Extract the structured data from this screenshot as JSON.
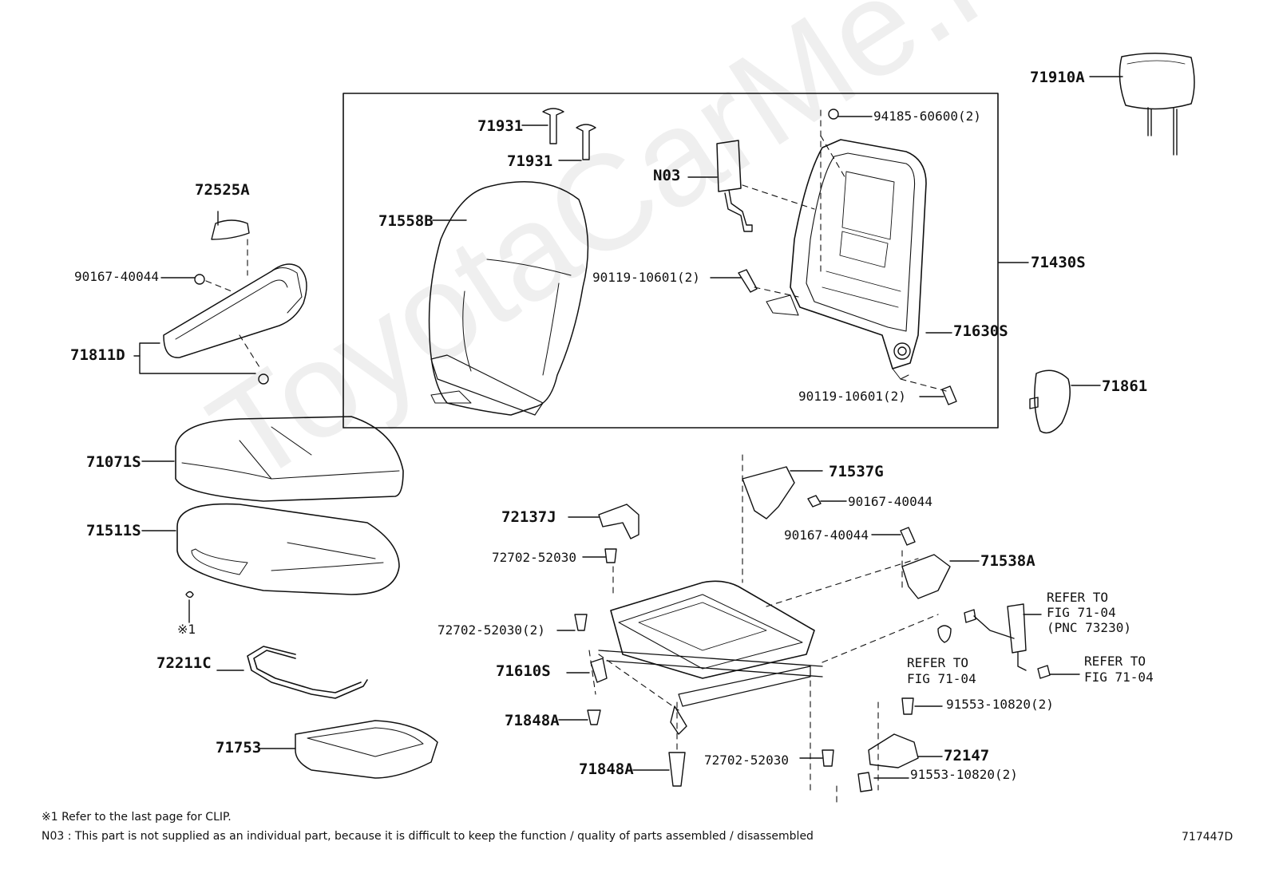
{
  "watermark": "ToyotaCarMe.ru",
  "diagram_id": "717447D",
  "notes": {
    "clip": "※1 Refer to the last page for CLIP.",
    "n03": "N03 : This part is not supplied as an individual part, because it is difficult to keep the function / quality of parts assembled / disassembled"
  },
  "labels": {
    "p71910A": "71910A",
    "p94185": "94185-60600(2)",
    "p71931a": "71931",
    "p71931b": "71931",
    "pN03": "N03",
    "p72525A": "72525A",
    "p71558B": "71558B",
    "p90167_left": "90167-40044",
    "p90119_a": "90119-10601(2)",
    "p71430S": "71430S",
    "p71630S": "71630S",
    "p71811D": "71811D",
    "p90119_b": "90119-10601(2)",
    "p71861": "71861",
    "p71071S": "71071S",
    "p71537G": "71537G",
    "p90167_mid": "90167-40044",
    "p72137J": "72137J",
    "p71511S": "71511S",
    "p90167_right": "90167-40044",
    "p72702_a": "72702-52030",
    "p71538A": "71538A",
    "clip_mark": "※1",
    "p72702_b": "72702-52030(2)",
    "p72211C": "72211C",
    "p71610S": "71610S",
    "p71848A_a": "71848A",
    "p91553_a": "91553-10820(2)",
    "p71753": "71753",
    "p72147": "72147",
    "p72702_c": "72702-52030",
    "p91553_b": "91553-10820(2)",
    "p71848A_b": "71848A",
    "refer_belt_1": "REFER TO",
    "refer_belt_2": "FIG 71-04",
    "refer_belt_3": "(PNC 73230)",
    "refer_mid_1": "REFER TO",
    "refer_mid_2": "FIG 71-04",
    "refer_right_1": "REFER TO",
    "refer_right_2": "FIG 71-04"
  }
}
